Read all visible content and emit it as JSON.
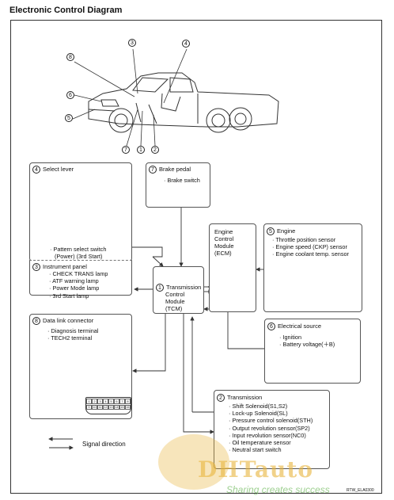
{
  "page_title": "Electronic Control Diagram",
  "vehicle_callouts": [
    "3",
    "4",
    "8",
    "6",
    "5",
    "7",
    "1",
    "2"
  ],
  "select_lever": {
    "num": "4",
    "title": "Select lever",
    "items": [
      "Pattern select switch",
      "(Power) (3rd Start)"
    ]
  },
  "brake_pedal": {
    "num": "7",
    "title": "Brake pedal",
    "items": [
      "Brake switch"
    ]
  },
  "instrument_panel": {
    "num": "3",
    "title": "Instrument panel",
    "items": [
      "CHECK TRANS lamp",
      "ATF warning lamp",
      "Power Mode lamp",
      "3rd Start lamp"
    ]
  },
  "tcm": {
    "num": "1",
    "lines": [
      "Transmission",
      "Control",
      "Module",
      "(TCM)"
    ]
  },
  "ecm": {
    "lines": [
      "Engine",
      "Control",
      "Module",
      "(ECM)"
    ]
  },
  "engine": {
    "num": "5",
    "title": "Engine",
    "items": [
      "Throttle position sensor",
      "Engine speed (CKP) sensor",
      "Engine coolant temp. sensor"
    ]
  },
  "dlc": {
    "num": "8",
    "title": "Data link connector",
    "items": [
      "Diagnosis terminal",
      "TECH2 terminal"
    ],
    "pins_top": [
      "1",
      "2",
      "3",
      "4",
      "5",
      "6",
      "7",
      "8"
    ],
    "pins_bottom": [
      "9",
      "10",
      "11",
      "12",
      "13",
      "14",
      "15",
      "16"
    ]
  },
  "electrical": {
    "num": "6",
    "title": "Electrical source",
    "items": [
      "Ignition",
      "Battery voltage(＋B)"
    ]
  },
  "transmission": {
    "num": "2",
    "title": "Transmission",
    "items": [
      "Shift Solenoid(S1,S2)",
      "Lock-up Solenoid(SL)",
      "Pressure control solenoid(STH)",
      "Output revolution sensor(SP2)",
      "Input revolution sensor(NC0)",
      "Oil temperature sensor",
      "Neutral start switch"
    ]
  },
  "legend": {
    "label": "Signal direction"
  },
  "image_code": "RTW_ELA0300",
  "watermark": {
    "brand": "DHTauto",
    "tagline": "Sharing creates success"
  },
  "colors": {
    "line": "#333333",
    "box_border": "#555555",
    "watermark_gold": "#e8b43c",
    "watermark_green": "#7bbf6a"
  }
}
